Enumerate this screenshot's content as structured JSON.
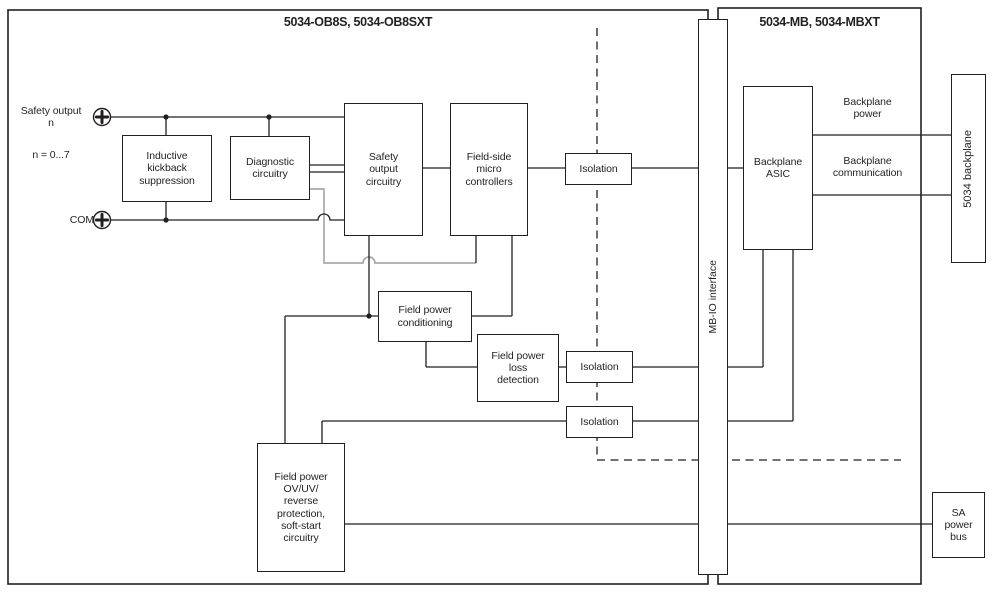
{
  "diagram": {
    "left_section_title": "5034-OB8S, 5034-OB8SXT",
    "right_section_title": "5034-MB, 5034-MBXT",
    "labels": {
      "safety_output": "Safety output\nn",
      "n_range": "n = 0...7",
      "com": "COM",
      "backplane_power": "Backplane\npower",
      "backplane_communication": "Backplane\ncommunication"
    },
    "blocks": {
      "inductive_kickback": "Inductive\nkickback\nsuppression",
      "diagnostic_circuitry": "Diagnostic\ncircuitry",
      "safety_output_circuitry": "Safety\noutput\ncircuitry",
      "field_side_micro": "Field-side\nmicro\ncontrollers",
      "isolation_1": "Isolation",
      "isolation_2": "Isolation",
      "isolation_3": "Isolation",
      "field_power_conditioning": "Field power\nconditioning",
      "field_power_loss": "Field power\nloss\ndetection",
      "field_power_protection": "Field power\nOV/UV/\nreverse\nprotection,\nsoft-start\ncircuitry",
      "mb_io_interface": "MB-IO interface",
      "backplane_asic": "Backplane\nASIC",
      "backplane_5034": "5034 backplane",
      "sa_power_bus": "SA\npower\nbus"
    },
    "colors": {
      "line": "#231f20",
      "gray_line": "#a7a9ac",
      "background": "#ffffff"
    }
  }
}
